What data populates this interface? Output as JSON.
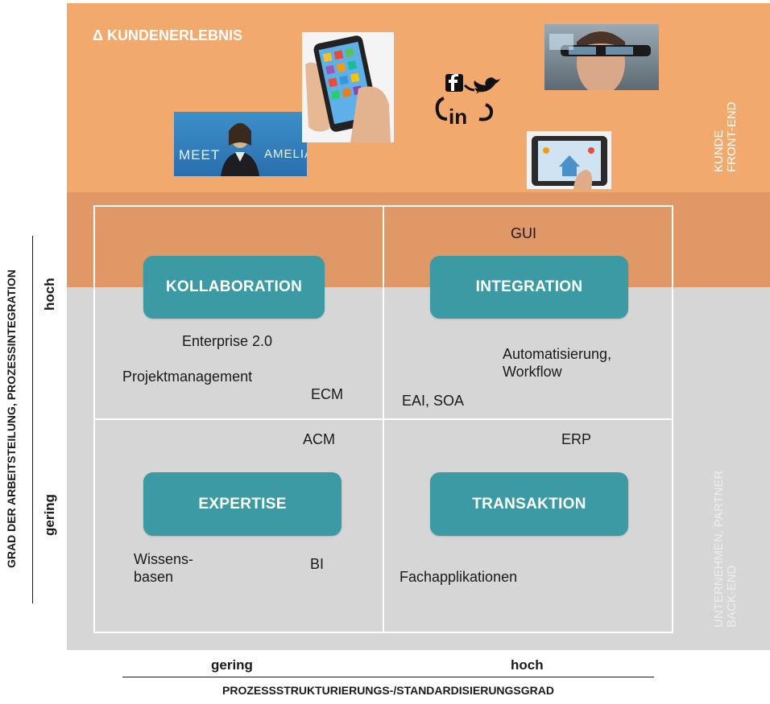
{
  "header": {
    "title": "Δ KUNDENERLEBNIS"
  },
  "images": {
    "amelia": {
      "text_left": "MEET",
      "text_right": "AMELIA"
    }
  },
  "side_labels": {
    "top": {
      "line1": "KUNDE",
      "line2": "FRONT-END"
    },
    "bottom": {
      "line1": "UNTERNEHMEN,  PARTNER",
      "line2": "BACK-END"
    }
  },
  "quadrants": {
    "top_left": "KOLLABORATION",
    "top_right": "INTEGRATION",
    "bottom_left": "EXPERTISE",
    "bottom_right": "TRANSAKTION"
  },
  "terms": {
    "gui": "GUI",
    "enterprise": "Enterprise 2.0",
    "projektmanagement": "Projektmanagement",
    "ecm": "ECM",
    "automatisierung_line1": "Automatisierung,",
    "automatisierung_line2": "Workflow",
    "eai": "EAI, SOA",
    "acm": "ACM",
    "erp": "ERP",
    "wissens_line1": "Wissens-",
    "wissens_line2": "basen",
    "bi": "BI",
    "fach": "Fachapplikationen"
  },
  "x_axis": {
    "low": "gering",
    "high": "hoch",
    "title": "PROZESSSTRUKTURIERUNGS-/STANDARDISIERUNGSGRAD"
  },
  "y_axis": {
    "low": "gering",
    "high": "hoch",
    "title": "GRAD DER ARBEITSTEILUNG, PROZESSINTEGRATION"
  }
}
